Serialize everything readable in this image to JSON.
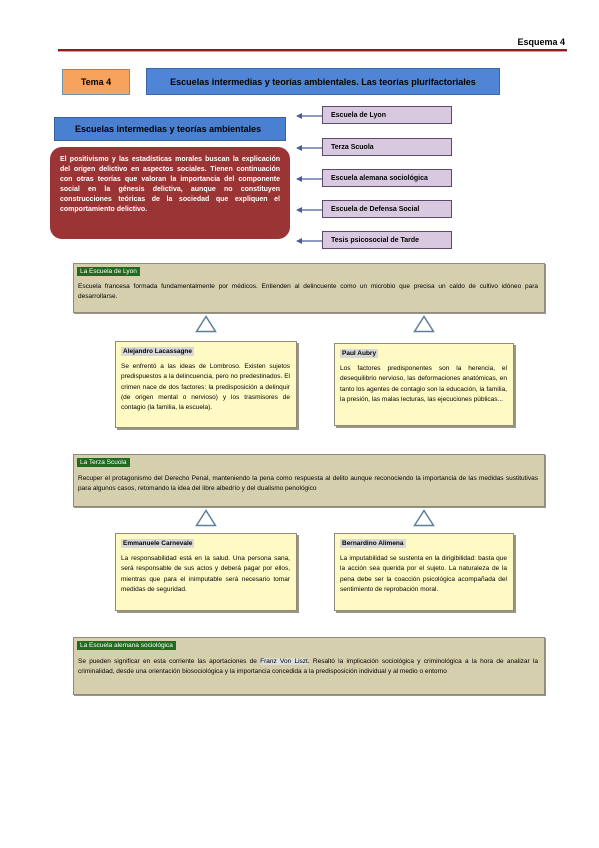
{
  "header": {
    "label": "Esquema 4"
  },
  "tema": {
    "label": "Tema 4"
  },
  "title": {
    "text": "Escuelas intermedias y teorías ambientales. Las teorías plurifactoriales"
  },
  "subtitle": {
    "text": "Escuelas intermedias y teorías ambientales"
  },
  "description": {
    "text": "El positivismo y las estadísticas morales buscan la explicación del origen delictivo en aspectos sociales. Tienen continuación con otras teorías que valoran la importancia del componente social en la génesis delictiva, aunque no constituyen construcciones teóricas de la sociedad que expliquen el comportamiento delictivo."
  },
  "schools": [
    {
      "label": "Escuela de Lyon"
    },
    {
      "label": "Terza Scuola"
    },
    {
      "label": "Escuela alemana sociológica"
    },
    {
      "label": "Escuela de Defensa Social"
    },
    {
      "label": "Tesis psicosocial de Tarde"
    }
  ],
  "sections": {
    "lyon": {
      "tag": "La Escuela de Lyon",
      "text": "Escuela francesa formada fundamentalmente por médicos. Entienden al delincuente como un microbio que precisa un caldo de cultivo idóneo para desarrollarse.",
      "cards": [
        {
          "title": "Alejandro Lacassagne",
          "text": "Se enfrentó a las ideas de Lombroso. Existen sujetos predispuestos a la delincuencia, pero no predestinados. El crimen nace de dos factores: la predisposición a delinquir (de origen mental o nervioso) y los trasmisores de contagio (la familia, la escuela)."
        },
        {
          "title": "Paul Aubry",
          "text": "Los factores predisponentes son la herencia, el desequilibrio nervioso, las deformaciones anatómicas, en tanto los agentes de contagio son la educación, la familia, la presión, las malas lecturas, las ejecuciones públicas..."
        }
      ]
    },
    "terza": {
      "tag": "La Terza Scuola",
      "text": "Recuper el protagonismo del Derecho Penal, manteniendo la pena como respuesta al delito aunque reconociendo la importancia de las medidas sustitutivas para algunos casos, retomando la idea del libre albedrío y del dualismo penológico",
      "cards": [
        {
          "title": "Emmanuele Carnevale",
          "text": "La responsabilidad está en la salud. Una persona sana, será responsable de sus actos y deberá pagar por ellos, mientras que para el inimputable será necesario tomar medidas de seguridad."
        },
        {
          "title": "Bernardino Alimena",
          "text": "La imputabilidad se sustenta en la dirigibilidad: basta que la acción sea querida por el sujeto. La naturaleza de la pena debe ser la coacción psicológica acompañada del sentimiento de reprobación moral."
        }
      ]
    },
    "alemana": {
      "tag": "La Escuela alemana sociológica",
      "text_before": "Se pueden significar en esta corriente las aportaciones de ",
      "highlight": "Franz Von Liszt",
      "text_after": ". Resaltó la implicación sociológica y criminológica a la hora de analizar la criminalidad, desde una orientación biosociológica y la importancia concedida a la predisposición individual y al medio o entorno"
    }
  },
  "colors": {
    "rule": "#8a1f1f",
    "tema": "#f6a35e",
    "title": "#4f84d6",
    "description": "#9b3434",
    "side": "#d8c9e0",
    "section": "#d6cfae",
    "card": "#fffac4",
    "tag": "#1f6b1f"
  }
}
